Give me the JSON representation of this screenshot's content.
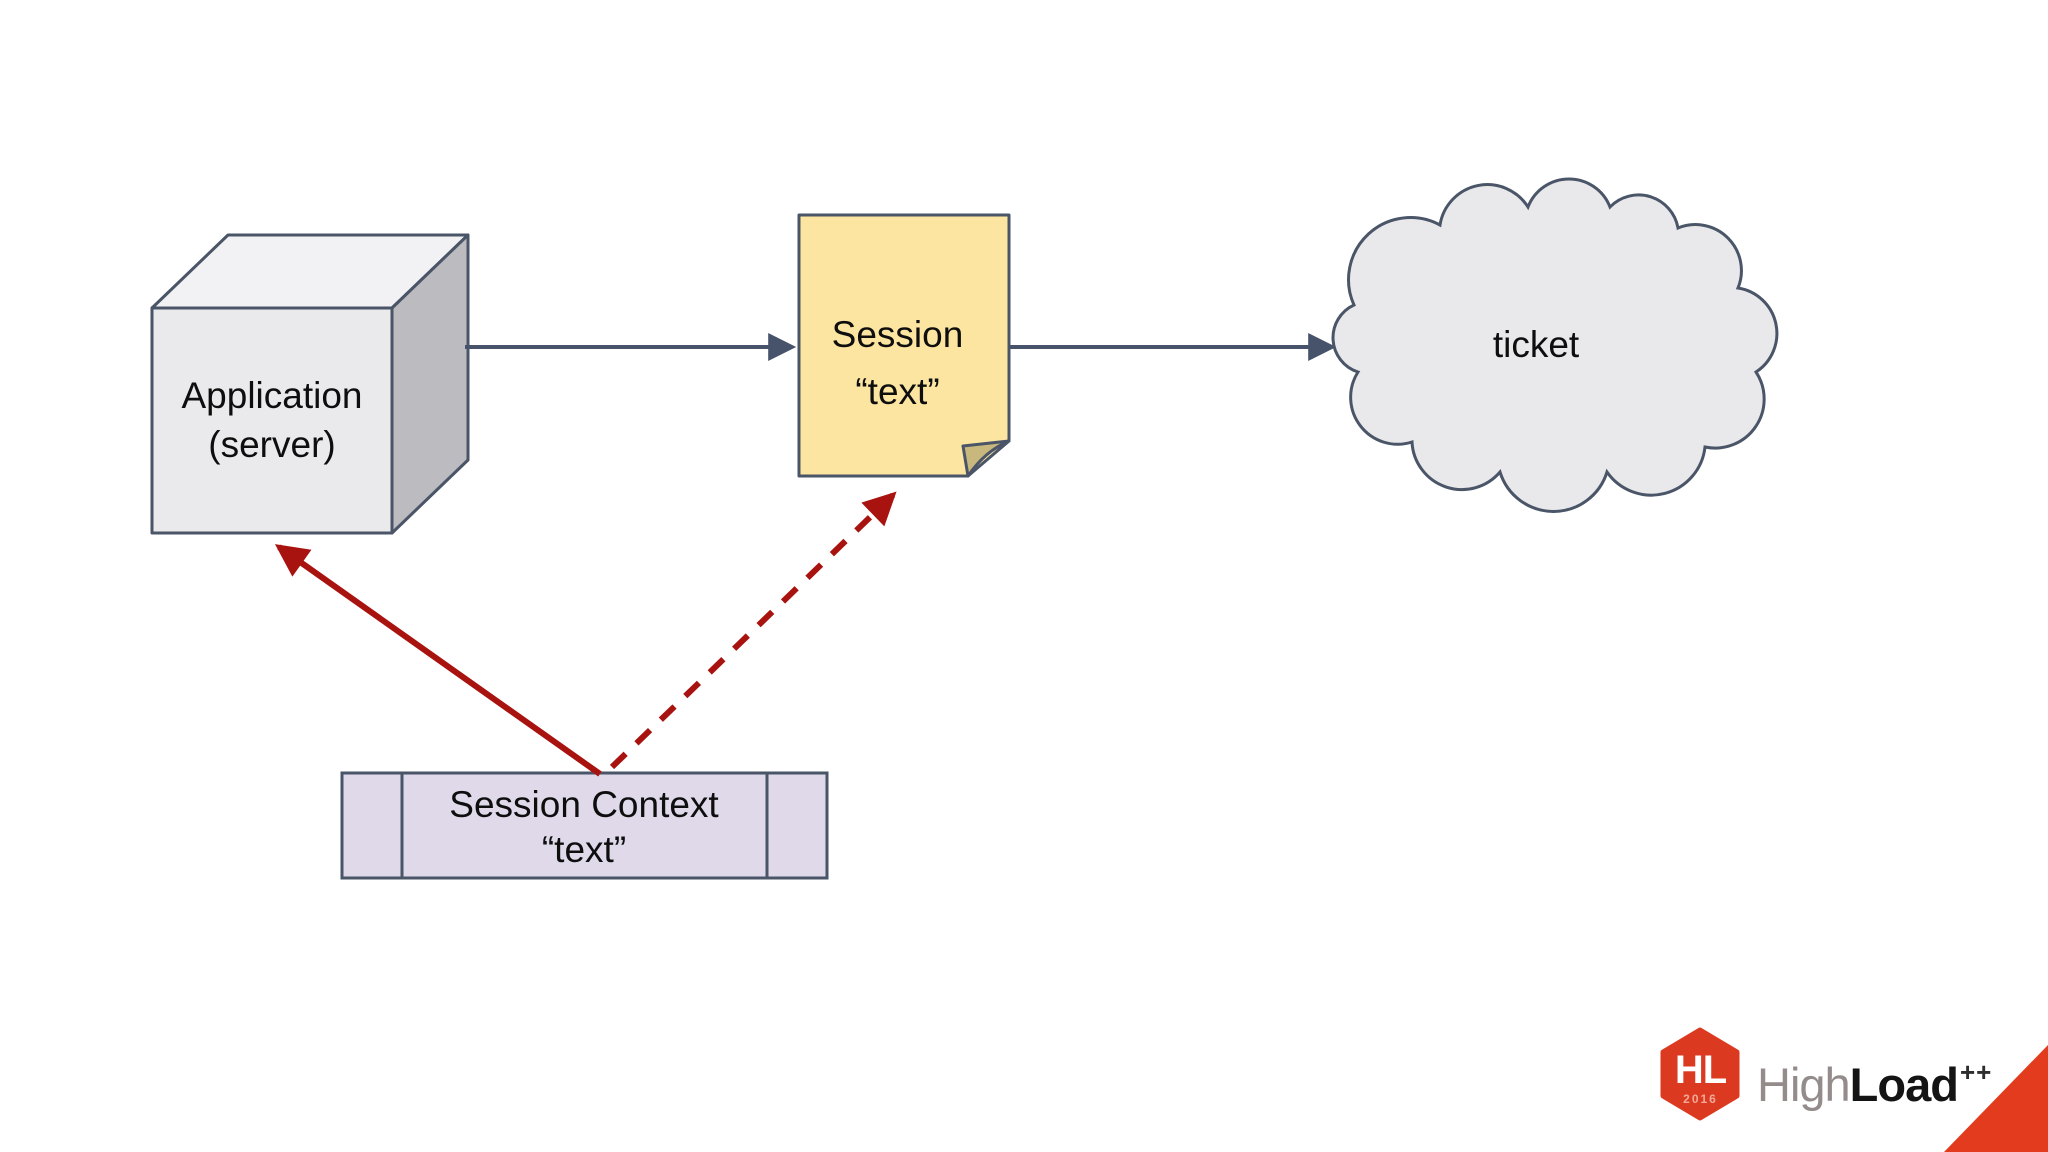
{
  "slide": {
    "background": "#ffffff"
  },
  "diagram": {
    "application": {
      "line1": "Application",
      "line2": "(server)"
    },
    "session_note": {
      "line1": "Session",
      "line2": "“text”"
    },
    "cloud": {
      "label": "ticket"
    },
    "session_context": {
      "line1": "Session Context",
      "line2": "“text”"
    },
    "connections": [
      {
        "from": "application",
        "to": "session_note",
        "style": "solid",
        "color": "#47536a"
      },
      {
        "from": "session_note",
        "to": "cloud",
        "style": "solid",
        "color": "#47536a"
      },
      {
        "from": "session_context",
        "to": "application",
        "style": "solid",
        "color": "#a81310"
      },
      {
        "from": "session_context",
        "to": "session_note",
        "style": "dashed",
        "color": "#a81310"
      }
    ]
  },
  "logo": {
    "hl": "HL",
    "year": "2016",
    "brand_thin": "High",
    "brand_bold": "Load",
    "superscript": "++"
  },
  "colors": {
    "outline_slate": "#4a5568",
    "arrow_slate": "#47536a",
    "arrow_red": "#a81310",
    "cube_front": "#eaeaec",
    "cube_top": "#f2f2f4",
    "cube_side": "#bbbbc0",
    "note_fill": "#fce5a1",
    "note_fold": "#c9b87e",
    "cloud_fill": "#e9e9eb",
    "context_fill": "#dfd9ea",
    "logo_red": "#dc3a20",
    "corner_red": "#e23b1e",
    "text": "#0e0e0e"
  }
}
